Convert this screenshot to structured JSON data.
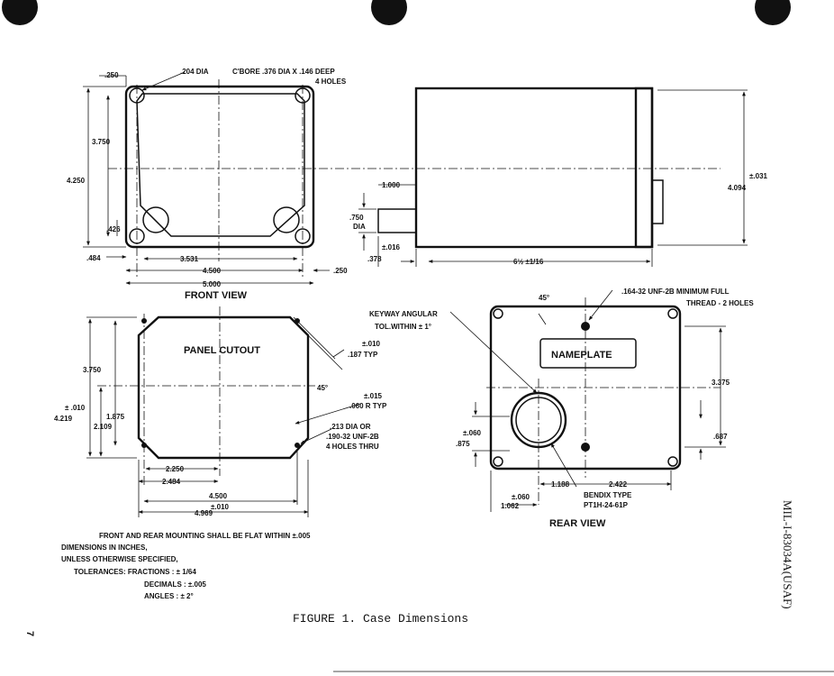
{
  "figure_caption": "FIGURE 1.  Case Dimensions",
  "document_id": "MIL-I-83034A(USAF)",
  "page_marker": "7",
  "front_view": {
    "title": "FRONT VIEW",
    "callout_holes_1": ".204 DIA",
    "callout_holes_2": "C'BORE .376 DIA X .146 DEEP",
    "callout_holes_3": "4 HOLES",
    "dim_250_top": ".250",
    "dim_3750": "3.750",
    "dim_4250": "4.250",
    "dim_426": ".426",
    "dim_484": ".484",
    "dim_3531": "3.531",
    "dim_4500": "4.500",
    "dim_250_right": ".250",
    "dim_5000": "5.000"
  },
  "side_view": {
    "dim_1000": "1.000",
    "dim_750": ".750",
    "dim_dia": "DIA",
    "dim_016": "±.016",
    "dim_378": ".378",
    "dim_length": "6½ ±1/16",
    "dim_031": "±.031",
    "dim_4094": "4.094"
  },
  "panel_cutout": {
    "title": "PANEL CUTOUT",
    "dim_010_top": "±.010",
    "dim_187": ".187 TYP",
    "dim_45": "45°",
    "dim_015": "±.015",
    "dim_060": ".060 R TYP",
    "hole_note_1": ".213 DIA OR",
    "hole_note_2": ".190-32 UNF-2B",
    "hole_note_3": "4 HOLES THRU",
    "dim_3750": "3.750",
    "dim_010_left": "± .010",
    "dim_4219": "4.219",
    "dim_1875": "1.875",
    "dim_2109": "2.109",
    "dim_2250": "2.250",
    "dim_2484": "2.484",
    "dim_4500": "4.500",
    "dim_4500_tol": "±.010",
    "dim_4969": "4.969"
  },
  "rear_view": {
    "title": "REAR VIEW",
    "nameplate": "NAMEPLATE",
    "keyway_1": "KEYWAY ANGULAR",
    "keyway_2": "TOL.WITHIN ± 1°",
    "dim_45": "45°",
    "thread_1": ".164-32 UNF-2B MINIMUM FULL",
    "thread_2": "THREAD - 2 HOLES",
    "dim_3375": "3.375",
    "dim_060_left": "±.060",
    "dim_875": ".875",
    "dim_687": ".687",
    "dim_2422": "2.422",
    "dim_1188": "1.188",
    "dim_060_bottom": "±.060",
    "dim_1062": "1.062",
    "bendix_1": "BENDIX TYPE",
    "bendix_2": "PT1H-24-61P"
  },
  "notes": {
    "line1": "FRONT AND REAR MOUNTING SHALL BE FLAT WITHIN ±.005",
    "line2": "DIMENSIONS IN INCHES,",
    "line3": "UNLESS OTHERWISE SPECIFIED,",
    "line4": "TOLERANCES: FRACTIONS : ± 1/64",
    "line5": "DECIMALS : ±.005",
    "line6": "ANGLES : ± 2°"
  }
}
